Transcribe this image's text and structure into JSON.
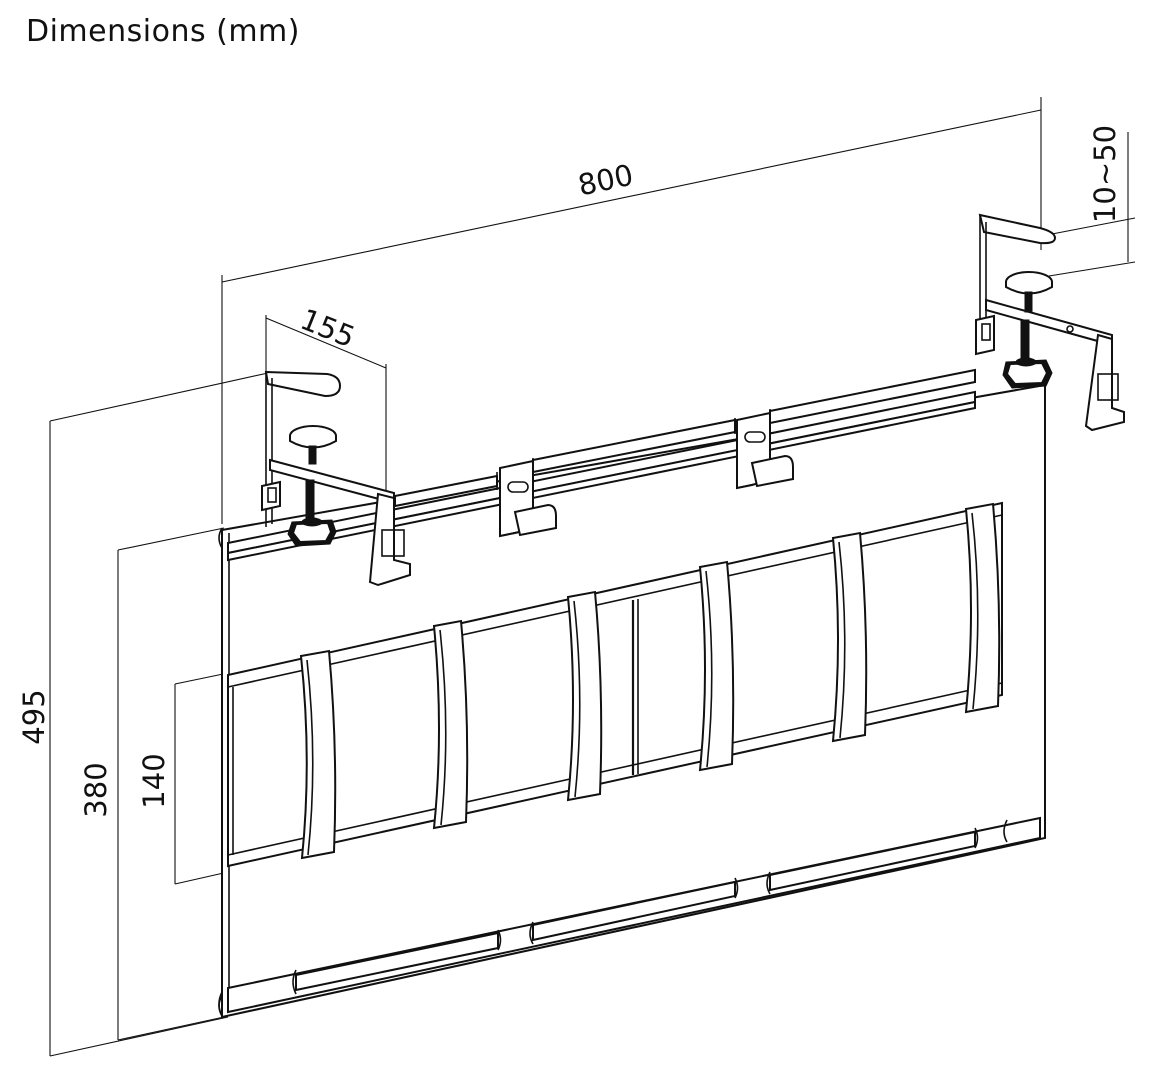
{
  "title": "Dimensions (mm)",
  "dimensions": {
    "width": "800",
    "arm_depth": "155",
    "clamp_range": "10~50",
    "total_height": "495",
    "frame_height": "380",
    "strap_height": "140"
  }
}
